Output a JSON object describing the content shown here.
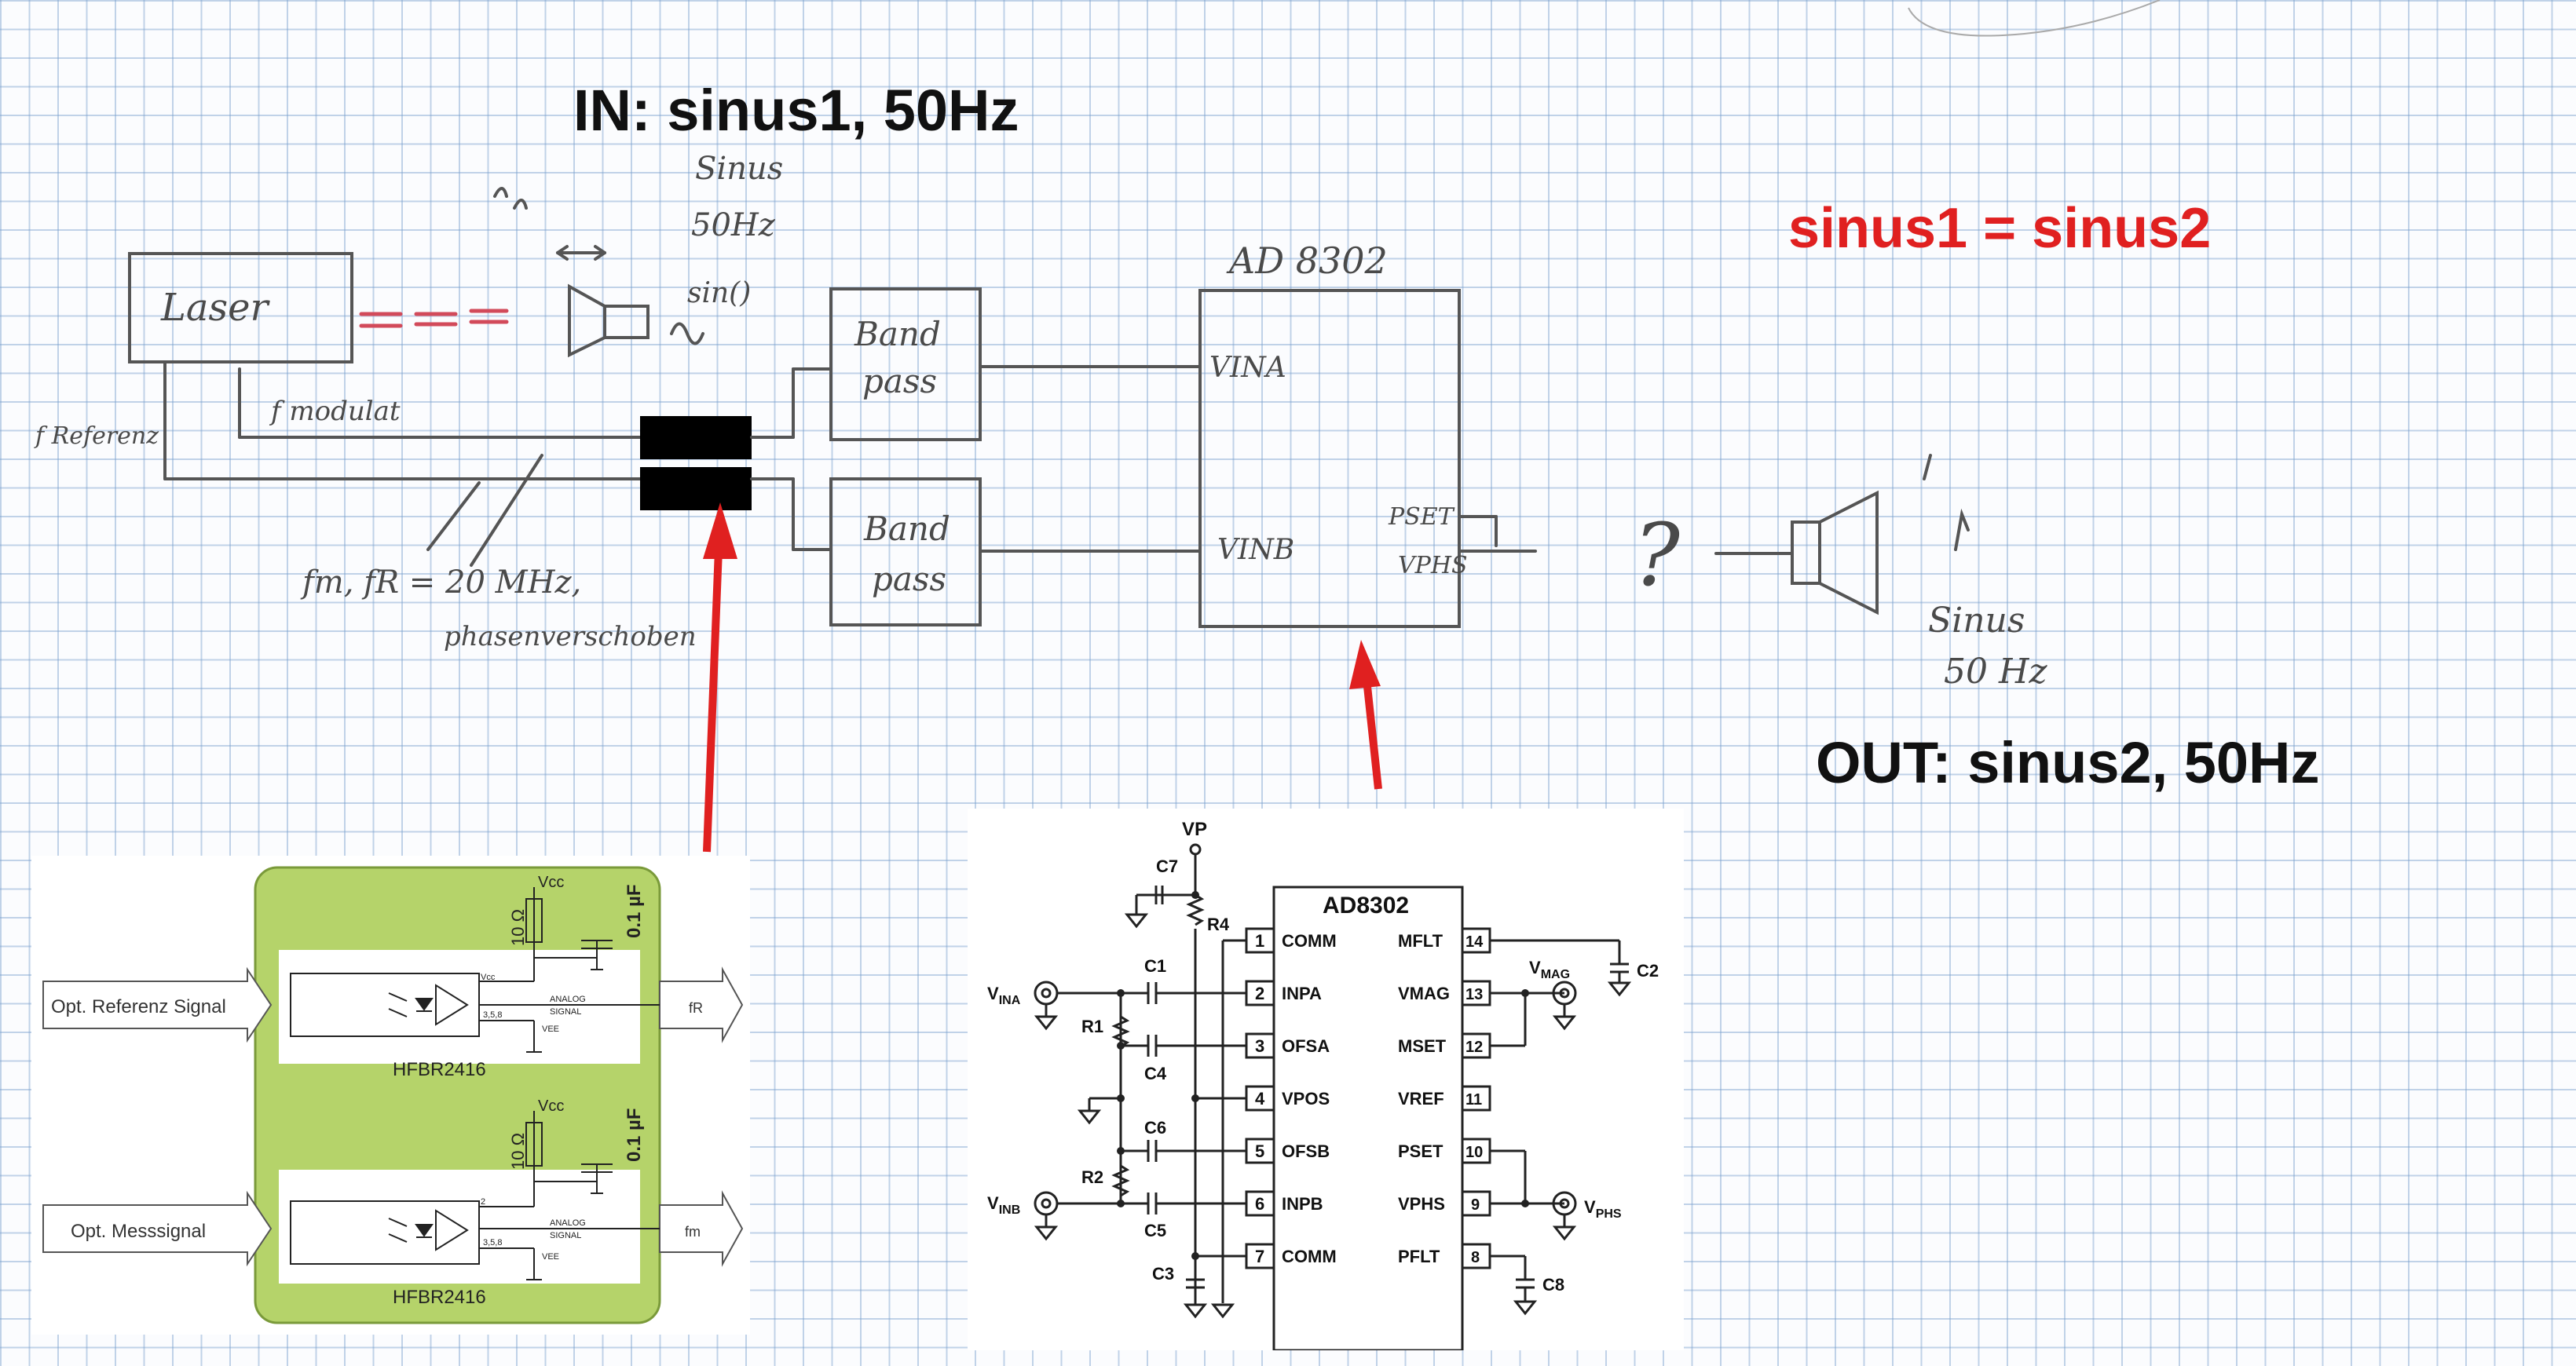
{
  "labels": {
    "in_title": "IN: sinus1, 50Hz",
    "equality": "sinus1 = sinus2",
    "out_title": "OUT: sinus2, 50Hz"
  },
  "colors": {
    "accent_red": "#e02020",
    "ink": "#4a4a4a",
    "panel_green": "#b5d36a"
  },
  "sketch": {
    "laser": "Laser",
    "f_referenz": "f Referenz",
    "f_modulation": "f modulat",
    "sinus_label": "Sinus",
    "hz_label": "50Hz",
    "sin_func": "sin()",
    "bandpass_a_1": "Band",
    "bandpass_a_2": "pass",
    "bandpass_b_1": "Band",
    "bandpass_b_2": "pass",
    "ad8302_title": "AD 8302",
    "vina": "VINA",
    "vinb": "VINB",
    "pset": "PSET",
    "vphs": "VPHS",
    "question": "?",
    "fm_fr": "fm, fR  =  20 MHz,",
    "phase": "phasenverschoben",
    "out_sinus": "Sinus",
    "out_hz": "50 Hz"
  },
  "hfbr_panel": {
    "input_ref": "Opt. Referenz Signal",
    "input_meas": "Opt. Messsignal",
    "module_top": "HFBR2416",
    "module_bottom": "HFBR2416",
    "resistor_top": "10 Ω",
    "cap_top": "0.1 µF",
    "resistor_bottom": "10 Ω",
    "cap_bottom": "0.1 µF",
    "vcc": "Vcc",
    "pin_vcc": "Vcc",
    "pin_analog": "ANALOG",
    "pin_signal": "SIGNAL",
    "pin_vee": "VEE",
    "pins_358": "3,5,8",
    "pin2": "2",
    "out_top": "fR",
    "out_bottom": "fm"
  },
  "ad8302_panel": {
    "chip": "AD8302",
    "vp": "VP",
    "pins_left": [
      {
        "num": "1",
        "name": "COMM"
      },
      {
        "num": "2",
        "name": "INPA"
      },
      {
        "num": "3",
        "name": "OFSA"
      },
      {
        "num": "4",
        "name": "VPOS"
      },
      {
        "num": "5",
        "name": "OFSB"
      },
      {
        "num": "6",
        "name": "INPB"
      },
      {
        "num": "7",
        "name": "COMM"
      }
    ],
    "pins_right": [
      {
        "num": "14",
        "name": "MFLT"
      },
      {
        "num": "13",
        "name": "VMAG"
      },
      {
        "num": "12",
        "name": "MSET"
      },
      {
        "num": "11",
        "name": "VREF"
      },
      {
        "num": "10",
        "name": "PSET"
      },
      {
        "num": "9",
        "name": "VPHS"
      },
      {
        "num": "8",
        "name": "PFLT"
      }
    ],
    "components": {
      "c1": "C1",
      "c2": "C2",
      "c3": "C3",
      "c4": "C4",
      "c5": "C5",
      "c6": "C6",
      "c7": "C7",
      "c8": "C8",
      "r1": "R1",
      "r2": "R2",
      "r4": "R4"
    },
    "vina": "V",
    "vina_sub": "INA",
    "vinb": "V",
    "vinb_sub": "INB",
    "vmag": "V",
    "vmag_sub": "MAG",
    "vphs": "V",
    "vphs_sub": "PHS"
  }
}
